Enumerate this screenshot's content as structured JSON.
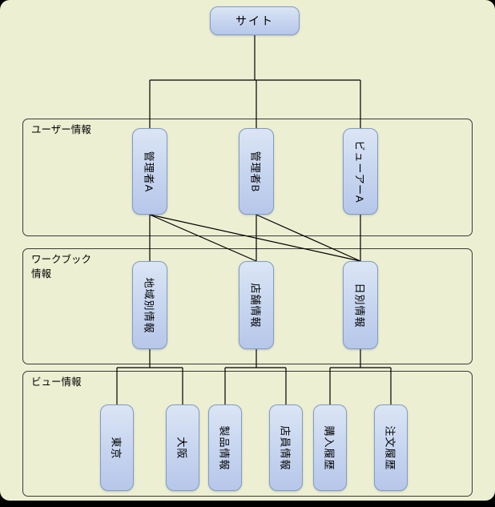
{
  "diagram": {
    "nodes": {
      "site": {
        "label": "サイト"
      },
      "admin_a": {
        "label": "管理者A"
      },
      "admin_b": {
        "label": "管理者B"
      },
      "viewer_a": {
        "label": "ビューアーA"
      },
      "wb_region": {
        "label": "地域別情報"
      },
      "wb_store": {
        "label": "店舗情報"
      },
      "wb_daily": {
        "label": "日別情報"
      },
      "view_tokyo": {
        "label": "東京"
      },
      "view_osaka": {
        "label": "大阪"
      },
      "view_product": {
        "label": "製品情報"
      },
      "view_staff": {
        "label": "店員情報"
      },
      "view_purchase": {
        "label": "購入履歴"
      },
      "view_order": {
        "label": "注文履歴"
      }
    },
    "sections": {
      "users": {
        "label": "ユーザー情報"
      },
      "workbooks": {
        "label": "ワークブック\n情報"
      },
      "views": {
        "label": "ビュー情報"
      }
    },
    "edges": [
      {
        "from": "site",
        "to": "admin_a",
        "route": "rail"
      },
      {
        "from": "site",
        "to": "admin_b",
        "route": "rail"
      },
      {
        "from": "site",
        "to": "viewer_a",
        "route": "rail"
      },
      {
        "from": "admin_a",
        "to": "wb_region",
        "route": "straight"
      },
      {
        "from": "admin_a",
        "to": "wb_store",
        "route": "straight"
      },
      {
        "from": "admin_a",
        "to": "wb_daily",
        "route": "straight"
      },
      {
        "from": "admin_b",
        "to": "wb_store",
        "route": "straight"
      },
      {
        "from": "admin_b",
        "to": "wb_daily",
        "route": "straight"
      },
      {
        "from": "viewer_a",
        "to": "wb_daily",
        "route": "straight"
      },
      {
        "from": "wb_region",
        "to": "view_tokyo",
        "route": "rail"
      },
      {
        "from": "wb_region",
        "to": "view_osaka",
        "route": "rail"
      },
      {
        "from": "wb_store",
        "to": "view_product",
        "route": "rail"
      },
      {
        "from": "wb_store",
        "to": "view_staff",
        "route": "rail"
      },
      {
        "from": "wb_daily",
        "to": "view_purchase",
        "route": "rail"
      },
      {
        "from": "wb_daily",
        "to": "view_order",
        "route": "rail"
      }
    ]
  },
  "colors": {
    "background": "#edefd2",
    "frame": "#000000",
    "line": "#000000",
    "node_border": "#7f9cc7",
    "node_fill_top": "#dbe5f4",
    "node_fill_bottom": "#b7c7ea",
    "section_border": "#3a3a3a",
    "text": "#000000"
  }
}
